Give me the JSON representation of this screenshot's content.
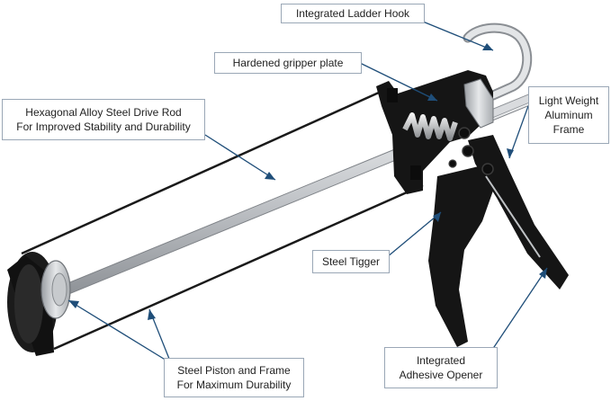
{
  "labels": {
    "ladder_hook": "Integrated Ladder Hook",
    "gripper_plate": "Hardened gripper plate",
    "drive_rod_line1": "Hexagonal Alloy Steel Drive Rod",
    "drive_rod_line2": "For Improved Stability and Durability",
    "frame_line1": "Light Weight",
    "frame_line2": "Aluminum",
    "frame_line3": "Frame",
    "trigger": "Steel Tigger",
    "opener_line1": "Integrated",
    "opener_line2": "Adhesive Opener",
    "piston_line1": "Steel Piston and Frame",
    "piston_line2": "For Maximum Durability"
  },
  "colors": {
    "callout_line": "#1f4e79",
    "label_border": "#9aa7b6",
    "gun_body": "#151515",
    "steel_rod": "#c9ccd0",
    "hook": "#d6d8db"
  }
}
